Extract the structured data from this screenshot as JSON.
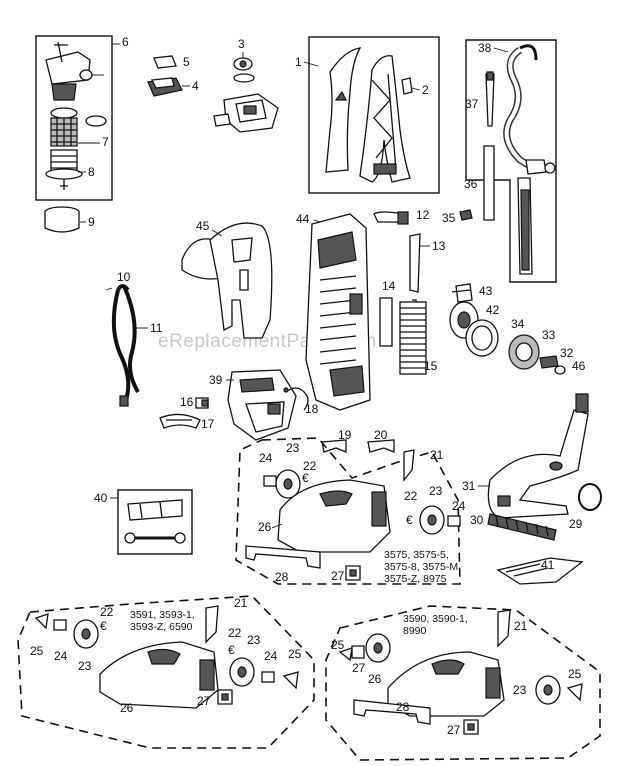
{
  "watermark": "eReplacementParts.com",
  "model_groups": {
    "group_a": [
      "3575, 3575-5,",
      "3575-8, 3575-M,",
      "3575-Z, 8975"
    ],
    "group_b": [
      "3591, 3593-1,",
      "3593-Z, 6590"
    ],
    "group_c": [
      "3590, 3590-1,",
      "8990"
    ]
  },
  "callouts": {
    "n1": "1",
    "n2": "2",
    "n3": "3",
    "n4": "4",
    "n5": "5",
    "n6": "6",
    "n7": "7",
    "n8": "8",
    "n9": "9",
    "n10": "10",
    "n11": "11",
    "n12": "12",
    "n13": "13",
    "n14": "14",
    "n15": "15",
    "n16": "16",
    "n17": "17",
    "n18": "18",
    "n19": "19",
    "n20": "20",
    "n21a": "21",
    "n22a": "22",
    "n23a": "23",
    "n24a": "24",
    "n22b": "22",
    "n23b": "23",
    "n24b": "24",
    "n26a": "26",
    "n27a": "27",
    "n28a": "28",
    "n29": "29",
    "n30": "30",
    "n31": "31",
    "n32": "32",
    "n33": "33",
    "n34": "34",
    "n35": "35",
    "n36": "36",
    "n37": "37",
    "n38": "38",
    "n39": "39",
    "n40": "40",
    "n41": "41",
    "n42": "42",
    "n43": "43",
    "n44": "44",
    "n45": "45",
    "n46": "46",
    "b21": "21",
    "b25a": "25",
    "b24a": "24",
    "b22": "22",
    "b23a": "23",
    "b23b": "23",
    "b24b": "24",
    "b25b": "25",
    "b26": "26",
    "b27": "27",
    "c21": "21",
    "c25a": "25",
    "c27a": "27",
    "c26": "26",
    "c23": "23",
    "c25b": "25",
    "c28": "28",
    "c27b": "27"
  },
  "small_marks": {
    "e1": "€",
    "e2": "€",
    "e3": "€",
    "e4": "€"
  }
}
